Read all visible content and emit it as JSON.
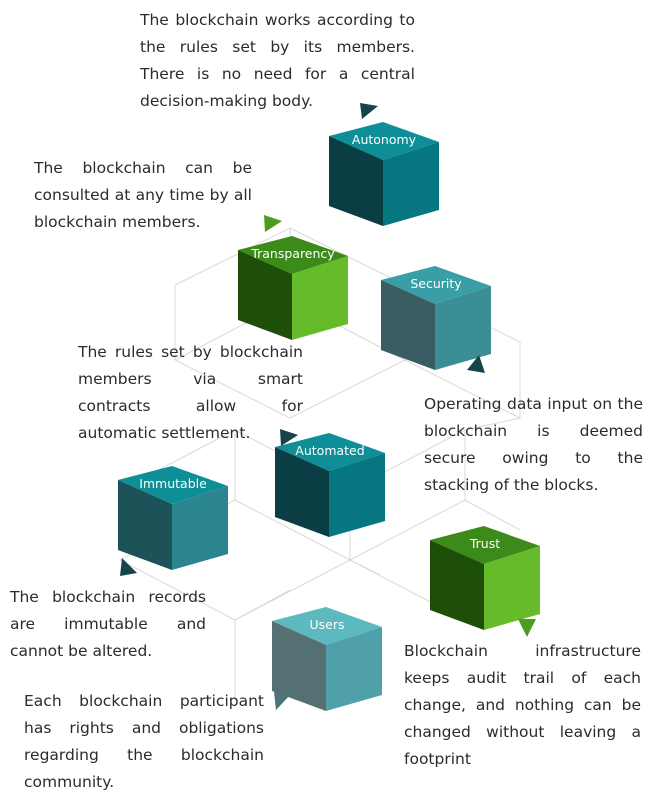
{
  "colors": {
    "teal_top": "#0e8f97",
    "teal_left": "#0b3d45",
    "teal_right": "#067681",
    "green_top": "#3c8a19",
    "green_left": "#1e4f08",
    "green_right": "#65bb2a",
    "gray_top": "#3a9ea6",
    "gray_left": "#385d63",
    "gray_right": "#3b8d96",
    "light_top": "#5bb9bf",
    "light_left": "#547072",
    "light_right": "#4fa0a8",
    "arrow_dark": "#17434b",
    "arrow_green": "#4b9d1f",
    "grid_line": "#d9d9d9"
  },
  "nodes": [
    {
      "id": "autonomy",
      "label": "Autonomy",
      "scheme": "teal",
      "description": "The blockchain works according to the rules set by its members. There is no need for a central decision-making body."
    },
    {
      "id": "transparency",
      "label": "Transparency",
      "scheme": "green",
      "description": "The blockchain can be consulted at any time by all blockchain members."
    },
    {
      "id": "security",
      "label": "Security",
      "scheme": "gray",
      "description": "Operating data input on the blockchain is deemed secure owing to the stacking of the blocks."
    },
    {
      "id": "automated",
      "label": "Automated",
      "scheme": "teal",
      "description": "The rules set by blockchain members via smart contracts allow for automatic settlement."
    },
    {
      "id": "immutable",
      "label": "Immutable",
      "scheme": "teal",
      "description": "The blockchain records are immutable and cannot be altered."
    },
    {
      "id": "trust",
      "label": "Trust",
      "scheme": "green",
      "description": "Blockchain infrastructure keeps audit trail of each change, and nothing can be changed without leaving a footprint"
    },
    {
      "id": "users",
      "label": "Users",
      "scheme": "light",
      "description": "Each blockchain participant has rights and obligations regarding the blockchain community."
    }
  ]
}
